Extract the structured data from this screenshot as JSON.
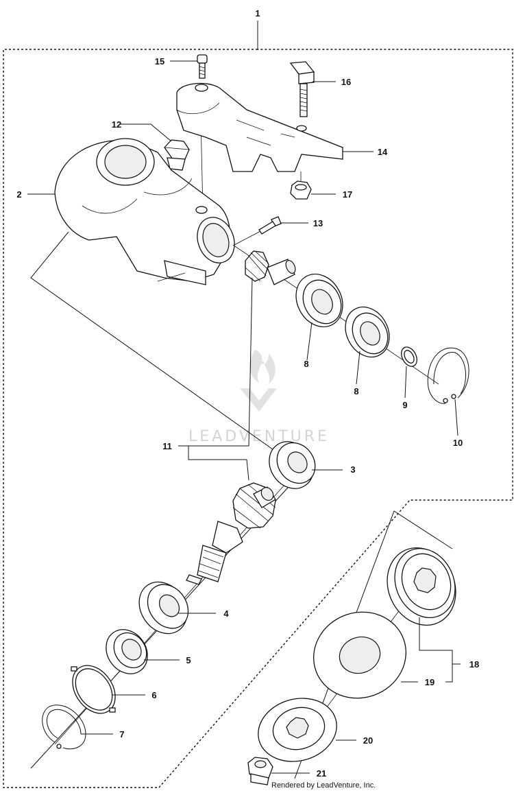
{
  "diagram": {
    "watermark": "LEADVENTURE",
    "footer": "Rendered by LeadVenture, Inc.",
    "callouts": {
      "c1": "1",
      "c2": "2",
      "c3": "3",
      "c4": "4",
      "c5": "5",
      "c6": "6",
      "c7": "7",
      "c8a": "8",
      "c8b": "8",
      "c9": "9",
      "c10": "10",
      "c11": "11",
      "c12": "12",
      "c13": "13",
      "c14": "14",
      "c15": "15",
      "c16": "16",
      "c17": "17",
      "c18": "18",
      "c19": "19",
      "c20": "20",
      "c21": "21"
    }
  }
}
